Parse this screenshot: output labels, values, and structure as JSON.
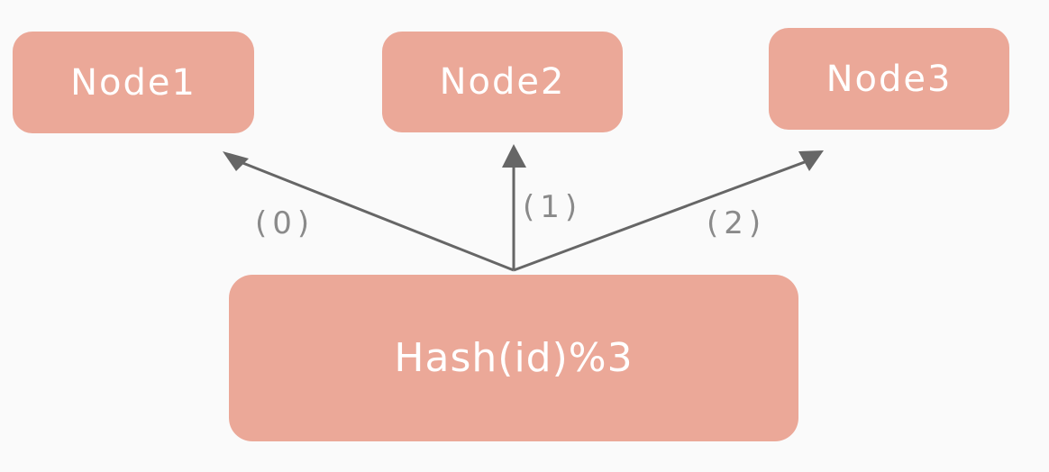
{
  "nodes": [
    {
      "label": "Node1"
    },
    {
      "label": "Node2"
    },
    {
      "label": "Node3"
    }
  ],
  "source": {
    "label": "Hash(id)%3"
  },
  "edges": [
    {
      "label": "(0)"
    },
    {
      "label": "(1)"
    },
    {
      "label": "(2)"
    }
  ],
  "colors": {
    "box_fill": "#eba898",
    "box_text": "#ffffff",
    "arrow": "#666666",
    "edge_label": "#8a8a8a",
    "background": "#fafafa"
  }
}
